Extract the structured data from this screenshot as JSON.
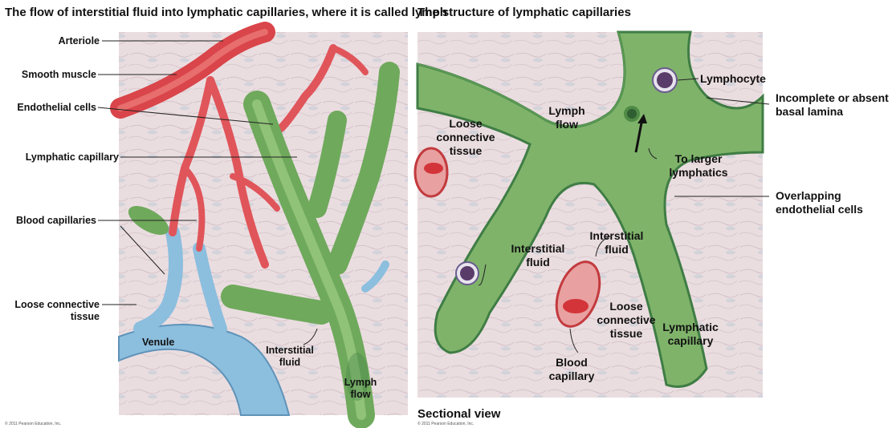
{
  "left_panel": {
    "title": "The flow of interstitial fluid into lymphatic capillaries, where it is called lymph",
    "labels": {
      "arteriole": "Arteriole",
      "smooth_muscle": "Smooth muscle",
      "endothelial_cells": "Endothelial cells",
      "lymphatic_capillary": "Lymphatic capillary",
      "blood_capillaries": "Blood capillaries",
      "loose_connective_tissue_1": "Loose connective",
      "loose_connective_tissue_2": "tissue",
      "venule": "Venule",
      "interstitial_fluid_1": "Interstitial",
      "interstitial_fluid_2": "fluid",
      "lymph_flow_1": "Lymph",
      "lymph_flow_2": "flow"
    },
    "copyright": "© 2011 Pearson Education, Inc."
  },
  "right_panel": {
    "title": "The structure of lymphatic capillaries",
    "labels": {
      "lymphocyte": "Lymphocyte",
      "incomplete_basal_1": "Incomplete or absent",
      "incomplete_basal_2": "basal lamina",
      "lymph_flow_1": "Lymph",
      "lymph_flow_2": "flow",
      "loose_tissue_1": "Loose",
      "loose_tissue_2": "connective",
      "loose_tissue_3": "tissue",
      "to_larger_1": "To larger",
      "to_larger_2": "lymphatics",
      "overlapping_1": "Overlapping",
      "overlapping_2": "endothelial cells",
      "interstitial_a_1": "Interstitial",
      "interstitial_a_2": "fluid",
      "interstitial_b_1": "Interstitial",
      "interstitial_b_2": "fluid",
      "loose_tissue_b_1": "Loose",
      "loose_tissue_b_2": "connective",
      "loose_tissue_b_3": "tissue",
      "lymphatic_capillary_1": "Lymphatic",
      "lymphatic_capillary_2": "capillary",
      "blood_capillary_1": "Blood",
      "blood_capillary_2": "capillary"
    },
    "sectional_view": "Sectional view",
    "copyright": "© 2011 Pearson Education, Inc."
  },
  "colors": {
    "tissue_bg": "#eadde0",
    "lymph_green": "#7fb36a",
    "lymph_dark": "#3f7d44",
    "artery_red": "#e0555a",
    "vein_blue": "#7fb2d6"
  }
}
